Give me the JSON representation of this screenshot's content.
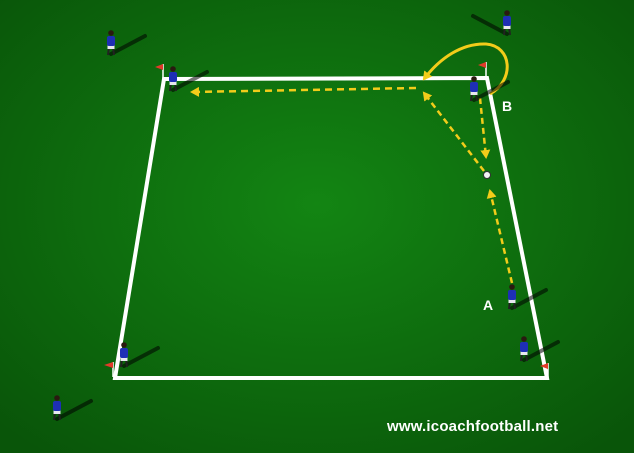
{
  "players": [
    {
      "id": "outside-top-left"
    },
    {
      "id": "outside-top-right"
    },
    {
      "id": "corner-top-left"
    },
    {
      "id": "corner-top-right-b"
    },
    {
      "id": "player-a"
    },
    {
      "id": "corner-bottom-right"
    },
    {
      "id": "corner-bottom-left"
    },
    {
      "id": "outside-bottom-left"
    }
  ],
  "labels": {
    "a": "A",
    "b": "B"
  },
  "watermark": "www.icoachfootball.net",
  "colors": {
    "pitch": "#0c6a0c",
    "lines": "#ffffff",
    "arrow_dashed": "#f2cc1a",
    "arrow_run": "#f2cc1a",
    "kit_shirt": "#1e2fb5",
    "kit_shorts": "#e8e8f0",
    "flag": "#e23a2a"
  }
}
